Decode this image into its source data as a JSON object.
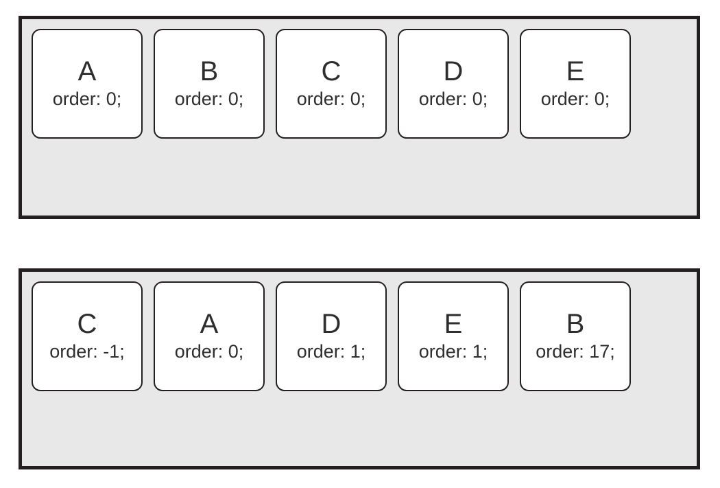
{
  "colors": {
    "page_bg": "#ffffff",
    "container_bg": "#e8e8e8",
    "border": "#231f20",
    "box_bg": "#ffffff",
    "text": "#2e2e2e"
  },
  "containers": [
    {
      "name": "default-order-container",
      "items": [
        {
          "letter": "A",
          "code": "order: 0;"
        },
        {
          "letter": "B",
          "code": "order: 0;"
        },
        {
          "letter": "C",
          "code": "order: 0;"
        },
        {
          "letter": "D",
          "code": "order: 0;"
        },
        {
          "letter": "E",
          "code": "order: 0;"
        }
      ]
    },
    {
      "name": "custom-order-container",
      "items": [
        {
          "letter": "C",
          "code": "order: -1;"
        },
        {
          "letter": "A",
          "code": "order: 0;"
        },
        {
          "letter": "D",
          "code": "order: 1;"
        },
        {
          "letter": "E",
          "code": "order: 1;"
        },
        {
          "letter": "B",
          "code": "order: 17;"
        }
      ]
    }
  ]
}
